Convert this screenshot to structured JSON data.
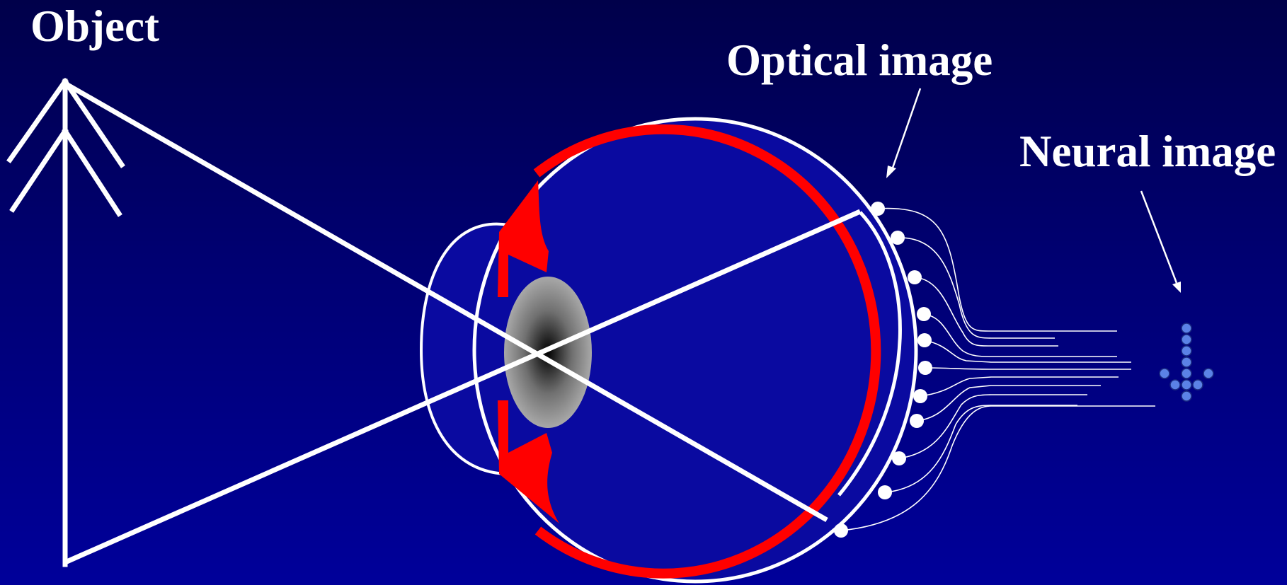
{
  "labels": {
    "object": "Object",
    "optical_image": "Optical image",
    "neural_image": "Neural image"
  },
  "colors": {
    "background_top": "#00004a",
    "background_bottom": "#00009a",
    "eye_fill": "#0a0aa0",
    "retina": "#ff0000",
    "lines": "#ffffff",
    "neural_dots": "#5b82e6"
  }
}
